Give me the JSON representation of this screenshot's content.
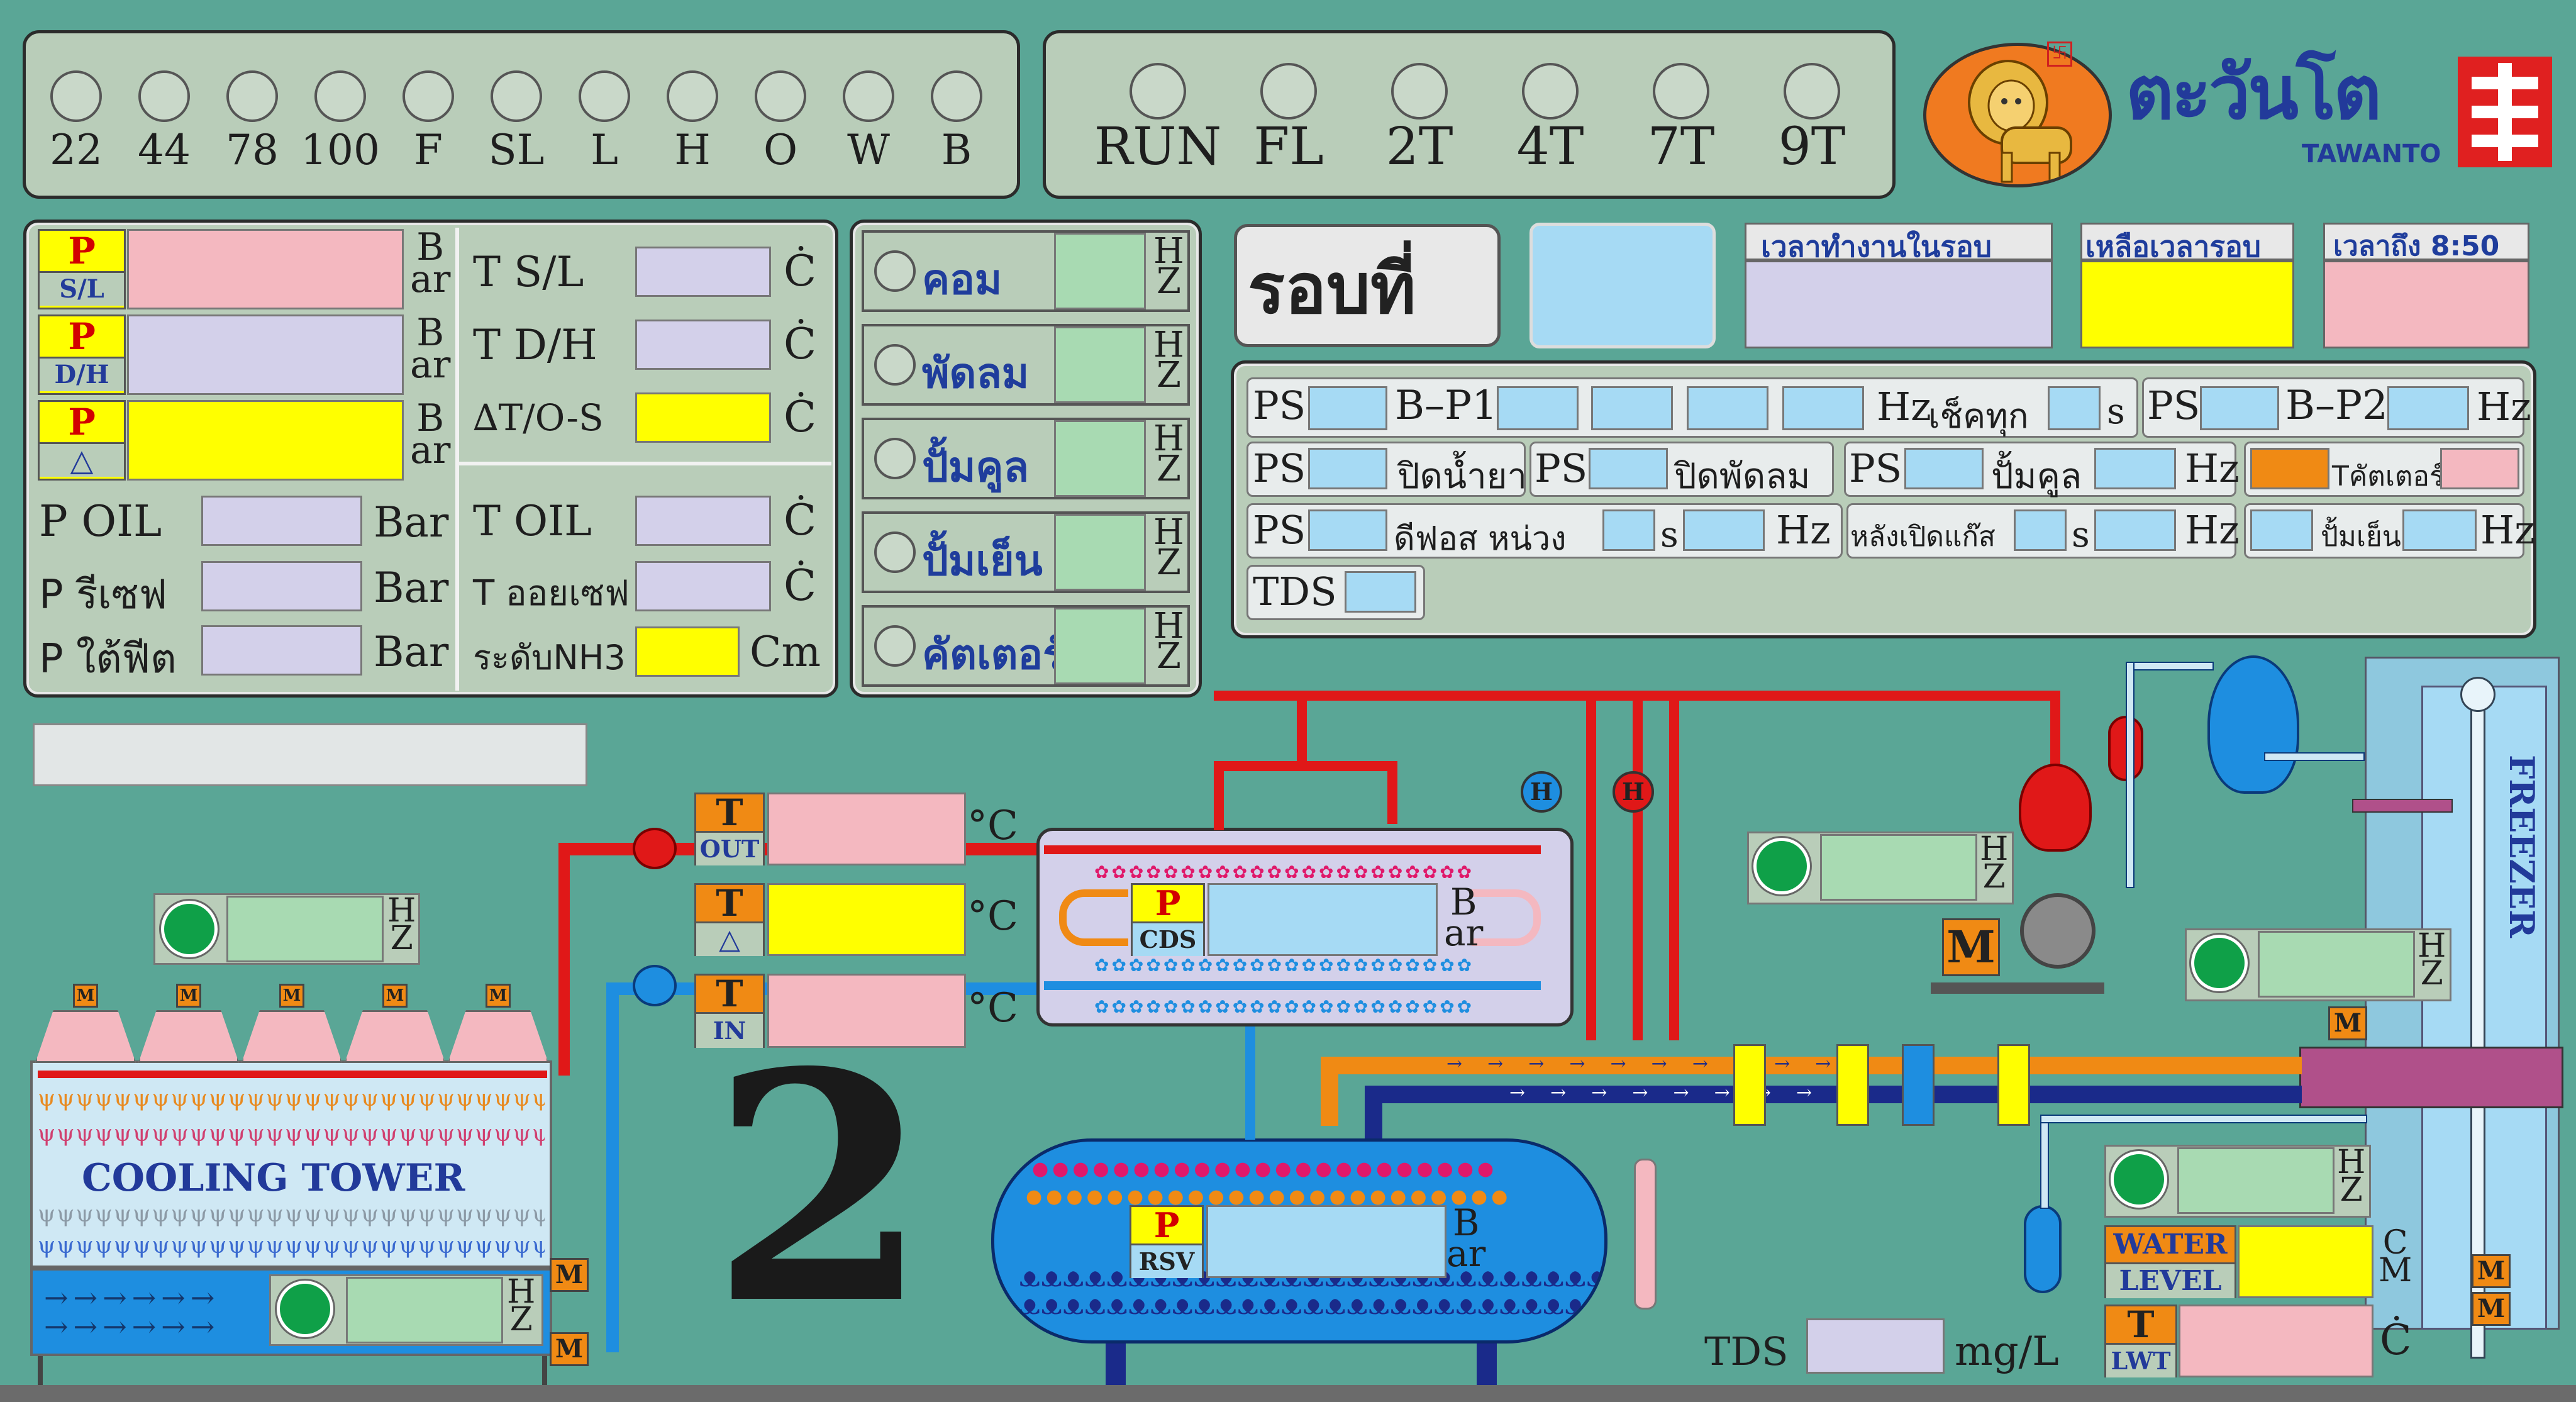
{
  "status_lights_left": [
    "22",
    "44",
    "78",
    "100",
    "F",
    "SL",
    "L",
    "H",
    "O",
    "W",
    "B"
  ],
  "status_lights_right": [
    "RUN",
    "FL",
    "2T",
    "4T",
    "7T",
    "9T"
  ],
  "logo": {
    "brand_thai": "ตะวันโต",
    "brand_en": "TAWANTO"
  },
  "pressure_panel": {
    "p_label": "P",
    "sl_tag": "S/L",
    "dh_tag": "D/H",
    "delta_tag": "△",
    "bar_unit_top": "B",
    "bar_unit_bottom": "ar",
    "p_oil": "P  OIL",
    "p_receiver": "P รีเซฟ",
    "p_under_feed": "P ใต้ฟีต",
    "bar": "Bar"
  },
  "temp_panel": {
    "t_sl": "T S/L",
    "t_dh": "T D/H",
    "t_delta": "∆T/O-S",
    "t_oil": "T OIL",
    "t_oil_receiver": "T ออยเซฟ",
    "nh3_level": "ระดับNH3",
    "deg": "Ċ",
    "cm": "Cm"
  },
  "motor_panel": {
    "items": [
      "คอม",
      "พัดลม",
      "ปั้มคูล",
      "ปั้มเย็น",
      "คัตเตอร์"
    ],
    "hz_top": "H",
    "hz_bottom": "Z"
  },
  "cycle": {
    "label": "รอบที่",
    "work_time_label": "เวลาทำงานในรอบ",
    "remaining_label": "เหลือเวลารอบ",
    "time_to_label": "เวลาถึง  8:50"
  },
  "settings_panel": {
    "ps": "PS",
    "b_p1": "B–P1",
    "b_p2": "B–P2",
    "hz": "Hz",
    "check_every": "เช็คทุก",
    "s": "s",
    "close_pump": "ปิดน้ำยา",
    "close_fan": "ปิดพัดลม",
    "cool_pump": "ปั้มคูล",
    "t_cutter": "Tคัตเตอร์",
    "defrost_delay": "ดีฟอส หน่วง",
    "after_gas": "หลังเปิดแก๊ส",
    "cold_pump": "ปั้มเย็น",
    "tds": "TDS"
  },
  "diagram": {
    "unit_number": "2",
    "cooling_tower": "COOLING TOWER",
    "freezer": "FREEZER",
    "t_label": "T",
    "out": "OUT",
    "delta": "△",
    "in": "IN",
    "deg_c": "°C",
    "cds": "CDS",
    "rsv": "RSV",
    "p": "P",
    "bar_top": "B",
    "bar_bottom": "ar",
    "hz_top": "H",
    "hz_bottom": "Z",
    "motor": "M",
    "h_valve": "H",
    "tds": "TDS",
    "mgl": "mg/L",
    "water": "WATER",
    "level": "LEVEL",
    "cm_top": "C",
    "cm_bottom": "M",
    "lwt": "LWT",
    "deg_dot": "Ċ"
  },
  "colors": {
    "background": "#5aa696",
    "panel": "#b9cdb9",
    "accent_blue": "#1f3d9c",
    "pipe_red": "#e01818",
    "pipe_blue": "#1e8ee0",
    "pipe_orange": "#f08a14",
    "pipe_navy": "#1a2a8a"
  }
}
